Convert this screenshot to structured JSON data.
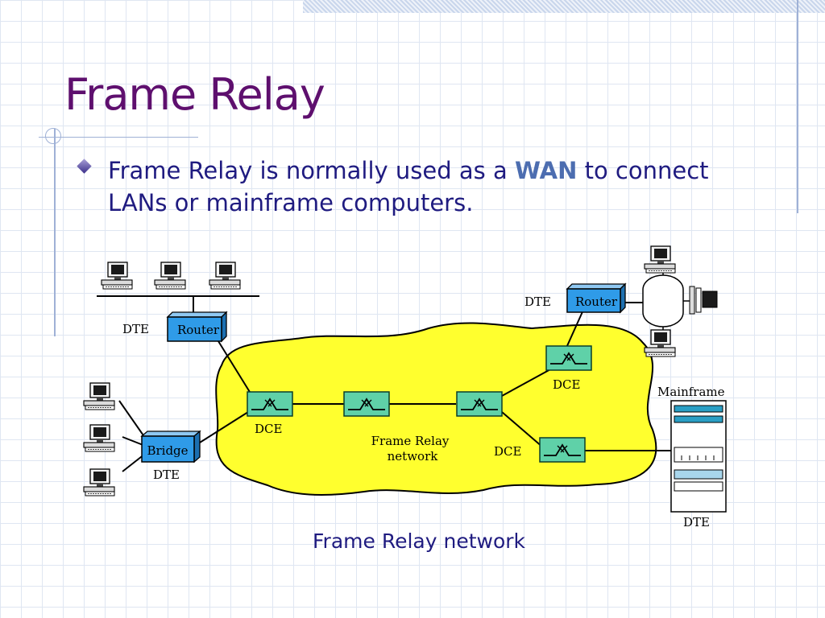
{
  "slide": {
    "title": "Frame Relay",
    "bullet": {
      "pre": "Frame Relay is normally used as a ",
      "keyword": "WAN",
      "post": " to connect LANs or mainframe computers."
    },
    "caption": "Frame Relay network"
  },
  "diagram": {
    "dte_top_left": "DTE",
    "router_left": "Router",
    "bridge": "Bridge",
    "dte_bridge": "DTE",
    "dce_left": "DCE",
    "cloud_label_line1": "Frame Relay",
    "cloud_label_line2": "network",
    "dce_upper_right": "DCE",
    "dce_lower_right": "DCE",
    "dte_top_right": "DTE",
    "router_right": "Router",
    "mainframe": "Mainframe",
    "dte_mainframe": "DTE"
  },
  "colors": {
    "title": "#5e0f6e",
    "text": "#1f1b80",
    "keyword": "#4c6db0",
    "cloud": "#ffff2e",
    "switch": "#5fd1a8",
    "router": "#2f9be8"
  }
}
